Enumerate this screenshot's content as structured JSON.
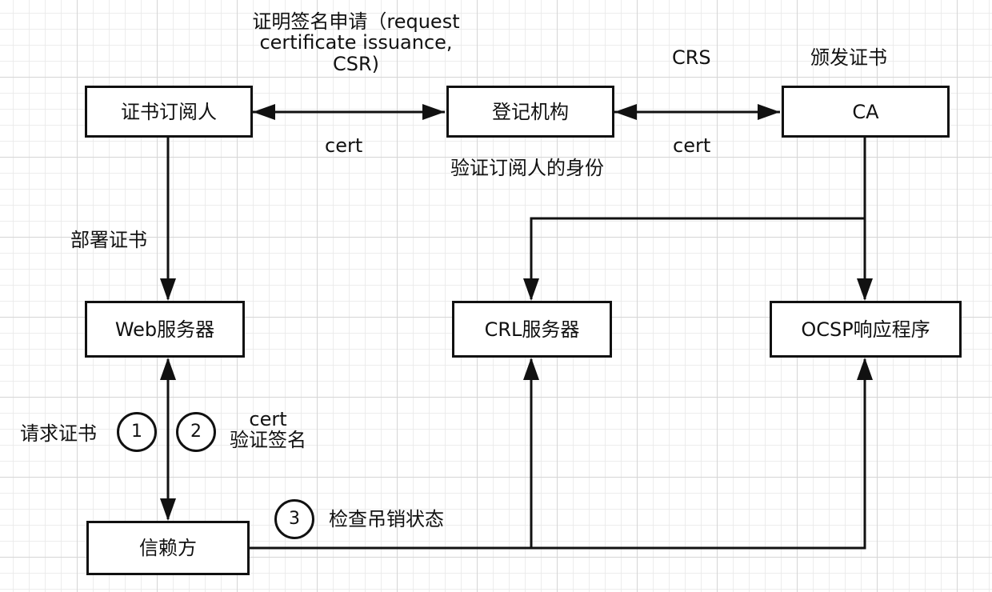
{
  "nodes": {
    "subscriber": "证书订阅人",
    "registration_authority": "登记机构",
    "ca": "CA",
    "web_server": "Web服务器",
    "crl_server": "CRL服务器",
    "ocsp_responder": "OCSP响应程序",
    "relying_party": "信赖方"
  },
  "labels": {
    "csr_request": [
      "证明签名申请（request",
      "certificate issuance,",
      "CSR)"
    ],
    "cert_subscriber_ra": "cert",
    "verify_identity": "验证订阅人的身份",
    "crs": "CRS",
    "issue_cert": "颁发证书",
    "cert_ra_ca": "cert",
    "deploy_cert": "部署证书",
    "request_cert": "请求证书",
    "cert_verify": [
      "cert",
      "验证签名"
    ],
    "check_revocation": "检查吊销状态"
  },
  "steps": {
    "one": "1",
    "two": "2",
    "three": "3"
  }
}
